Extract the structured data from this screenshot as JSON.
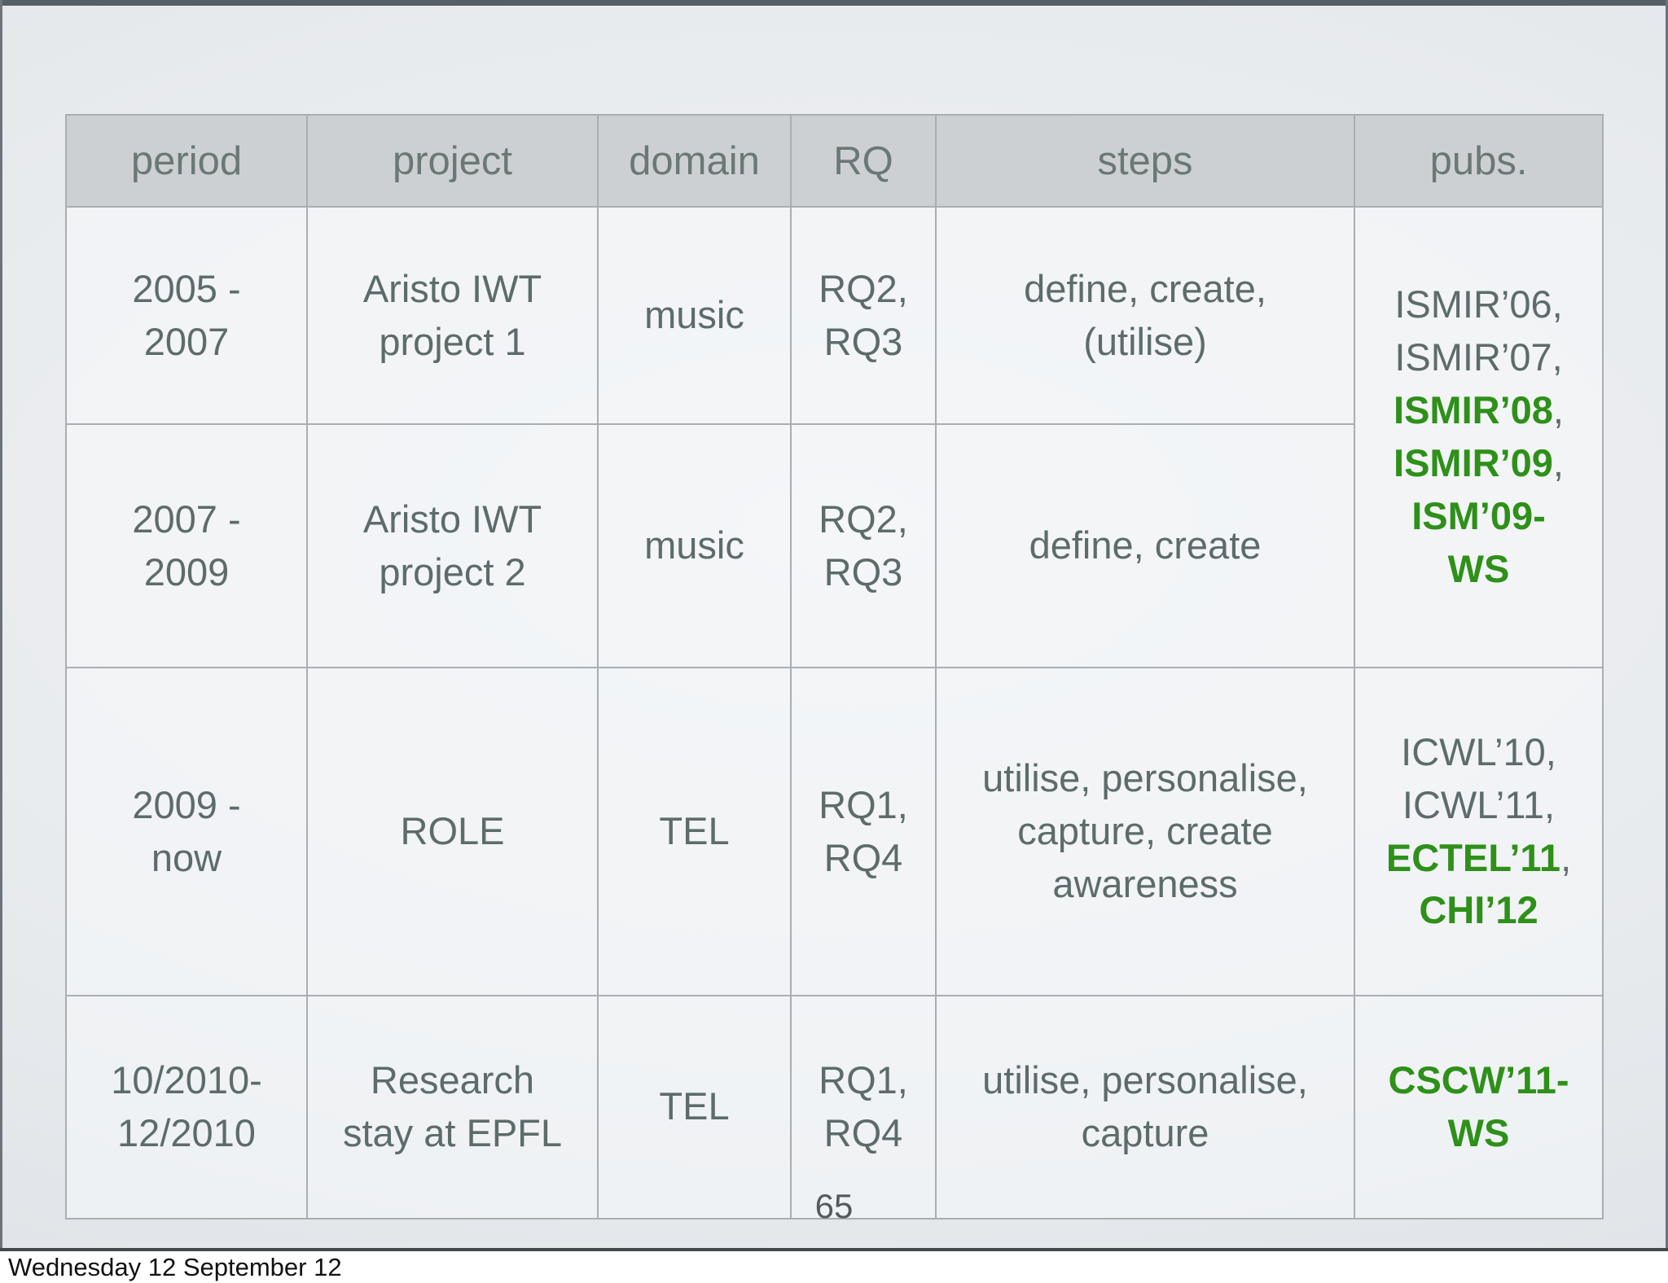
{
  "slide": {
    "page_number": "65",
    "footer_date": "Wednesday 12 September 12"
  },
  "colors": {
    "green": "#2e9019",
    "gray_text": "#5d6c6b",
    "header_text": "#6a7876",
    "header_bg": "#cdd0d2",
    "grid_line": "#a9aeb3"
  },
  "table": {
    "headers": [
      {
        "label": "period"
      },
      {
        "label": "project"
      },
      {
        "label": "domain"
      },
      {
        "label": "RQ"
      },
      {
        "label": "steps"
      },
      {
        "label": "pubs."
      }
    ],
    "rows": [
      {
        "period": "2005 -\n2007",
        "project": "Aristo IWT\nproject 1",
        "domain": "music",
        "rq": "RQ2,\nRQ3",
        "steps": "define, create,\n(utilise)",
        "pubs": {
          "rowspan": 2,
          "lines": [
            {
              "text": "ISMIR’06",
              "suffix": ",",
              "green": false
            },
            {
              "text": "ISMIR’07",
              "suffix": ",",
              "green": false
            },
            {
              "text": "ISMIR’08",
              "suffix": ",",
              "green": true
            },
            {
              "text": "ISMIR’09",
              "suffix": ",",
              "green": true
            },
            {
              "text": "ISM’09-",
              "suffix": "",
              "green": true
            },
            {
              "text": "WS",
              "suffix": "",
              "green": true
            }
          ]
        }
      },
      {
        "period": "2007 -\n2009",
        "project": "Aristo IWT\nproject 2",
        "domain": "music",
        "rq": "RQ2,\nRQ3",
        "steps": "define, create",
        "pubs": null
      },
      {
        "period": "2009 -\nnow",
        "project": "ROLE",
        "domain": "TEL",
        "rq": "RQ1,\nRQ4",
        "steps": "utilise, personalise,\ncapture, create\nawareness",
        "pubs": {
          "rowspan": 1,
          "lines": [
            {
              "text": "ICWL’10",
              "suffix": ",",
              "green": false
            },
            {
              "text": "ICWL’11",
              "suffix": ",",
              "green": false
            },
            {
              "text": "ECTEL’11",
              "suffix": ",",
              "green": true
            },
            {
              "text": "CHI’12",
              "suffix": "",
              "green": true
            }
          ]
        }
      },
      {
        "period": "10/2010-\n12/2010",
        "project": "Research\nstay at EPFL",
        "domain": "TEL",
        "rq": "RQ1,\nRQ4",
        "steps": "utilise, personalise,\ncapture",
        "pubs": {
          "rowspan": 1,
          "lines": [
            {
              "text": "CSCW’11-",
              "suffix": "",
              "green": true
            },
            {
              "text": "WS",
              "suffix": "",
              "green": true
            }
          ]
        }
      }
    ]
  }
}
